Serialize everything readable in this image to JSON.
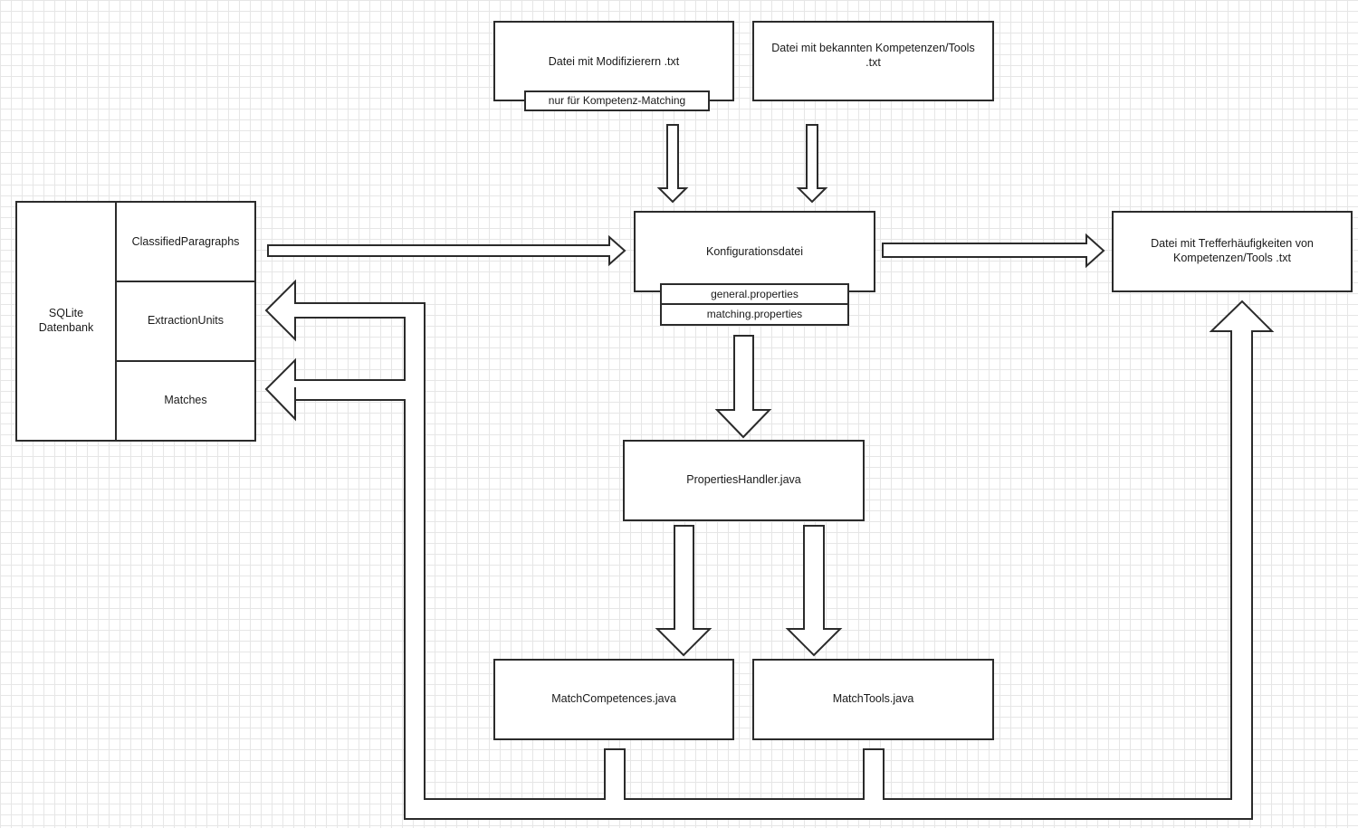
{
  "nodes": {
    "modifiers_file": "Datei mit Modifizierern .txt",
    "modifiers_note": "nur für Kompetenz-Matching",
    "known_file": "Datei mit bekannten Kompetenzen/Tools\n.txt",
    "config": "Konfigurationsdatei",
    "general_props": "general.properties",
    "matching_props": "matching.properties",
    "result_file": "Datei mit Trefferhäufigkeiten von\nKompetenzen/Tools .txt",
    "db": "SQLite\nDatenbank",
    "table_classified": "ClassifiedParagraphs",
    "table_extraction": "ExtractionUnits",
    "table_matches": "Matches",
    "properties_handler": "PropertiesHandler.java",
    "match_competences": "MatchCompetences.java",
    "match_tools": "MatchTools.java"
  },
  "colors": {
    "stroke": "#2b2b2b",
    "grid": "#e6e6e6",
    "fill": "#ffffff"
  }
}
